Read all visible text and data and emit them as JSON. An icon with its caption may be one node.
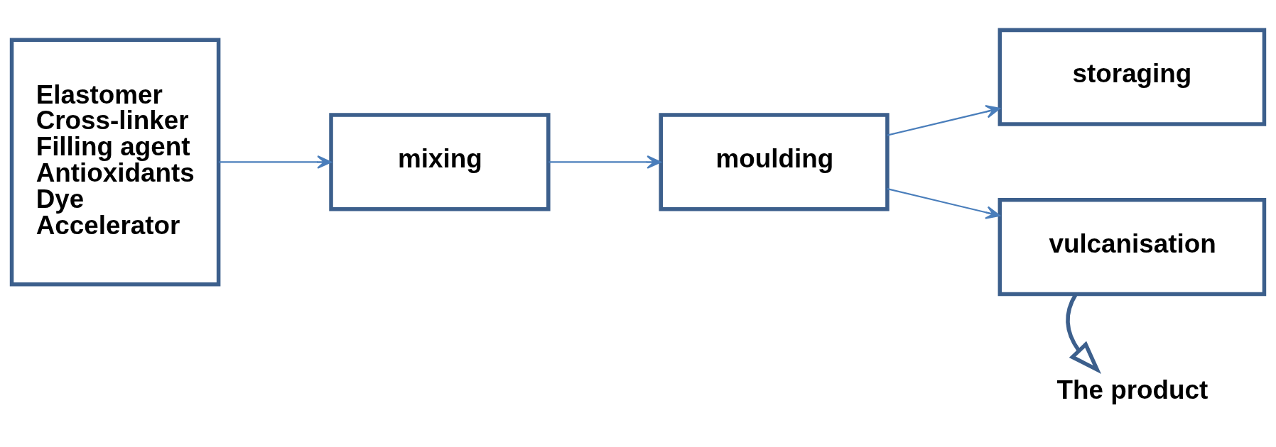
{
  "diagram": {
    "nodes": [
      {
        "text": [
          "Elastomer Cross-linker Filling agent Antioxidants Dye Accelerator"
        ]
      },
      {
        "text": [
          "mixing"
        ]
      },
      {
        "text": [
          "moulding"
        ]
      },
      {
        "text": [
          "storaging"
        ]
      },
      {
        "text": [
          "vulcanisation"
        ]
      },
      {
        "text": [
          "The product"
        ]
      }
    ],
    "edges": [
      {
        "from": 0,
        "to": 1,
        "arrow": "to"
      },
      {
        "from": 1,
        "to": 2,
        "arrow": "to"
      },
      {
        "from": 2,
        "to": 3,
        "arrow": "to"
      },
      {
        "from": 2,
        "to": 4,
        "arrow": "to"
      },
      {
        "from": 4,
        "to": 5,
        "arrow": "to",
        "style": "thick",
        "color": "#3c5f8c"
      }
    ]
  }
}
